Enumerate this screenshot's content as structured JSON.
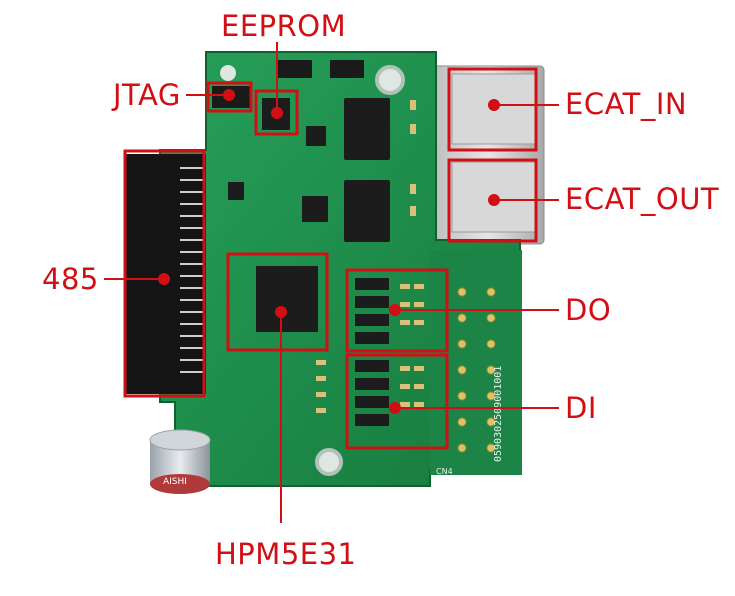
{
  "image": {
    "subject": "pcb-board-photo",
    "board_color": "#1f8a4a",
    "annotation_color": "#d10f14"
  },
  "annotations": {
    "eeprom": "EEPROM",
    "jtag": "JTAG",
    "ecat_in": "ECAT_IN",
    "ecat_out": "ECAT_OUT",
    "rs485": "485",
    "do": "DO",
    "di": "DI",
    "mcu": "HPM5E31"
  },
  "board_markings": {
    "capacitor_text": "AISHI",
    "serial": "0590302509001001",
    "pad_label": "CN4"
  }
}
